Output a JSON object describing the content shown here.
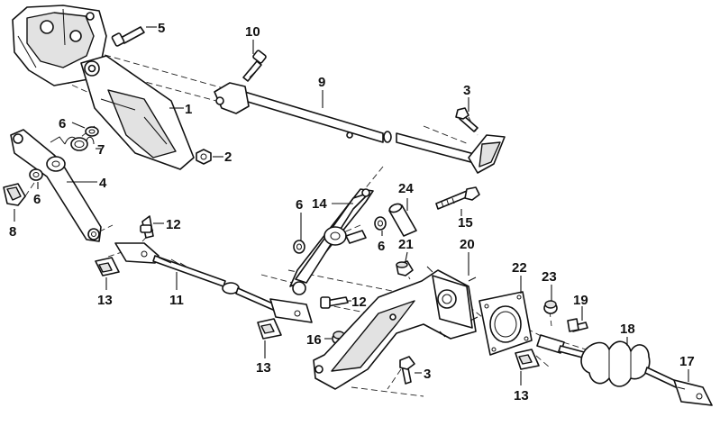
{
  "callouts": {
    "c1": "1",
    "c2": "2",
    "c3a": "3",
    "c3b": "3",
    "c4": "4",
    "c5": "5",
    "c6a": "6",
    "c6b": "6",
    "c6c": "6",
    "c6d": "6",
    "c7": "7",
    "c8": "8",
    "c9": "9",
    "c10": "10",
    "c11": "11",
    "c12a": "12",
    "c12b": "12",
    "c13a": "13",
    "c13b": "13",
    "c13c": "13",
    "c14": "14",
    "c15": "15",
    "c16": "16",
    "c17": "17",
    "c18": "18",
    "c19": "19",
    "c20": "20",
    "c21": "21",
    "c22": "22",
    "c23": "23",
    "c24": "24"
  }
}
